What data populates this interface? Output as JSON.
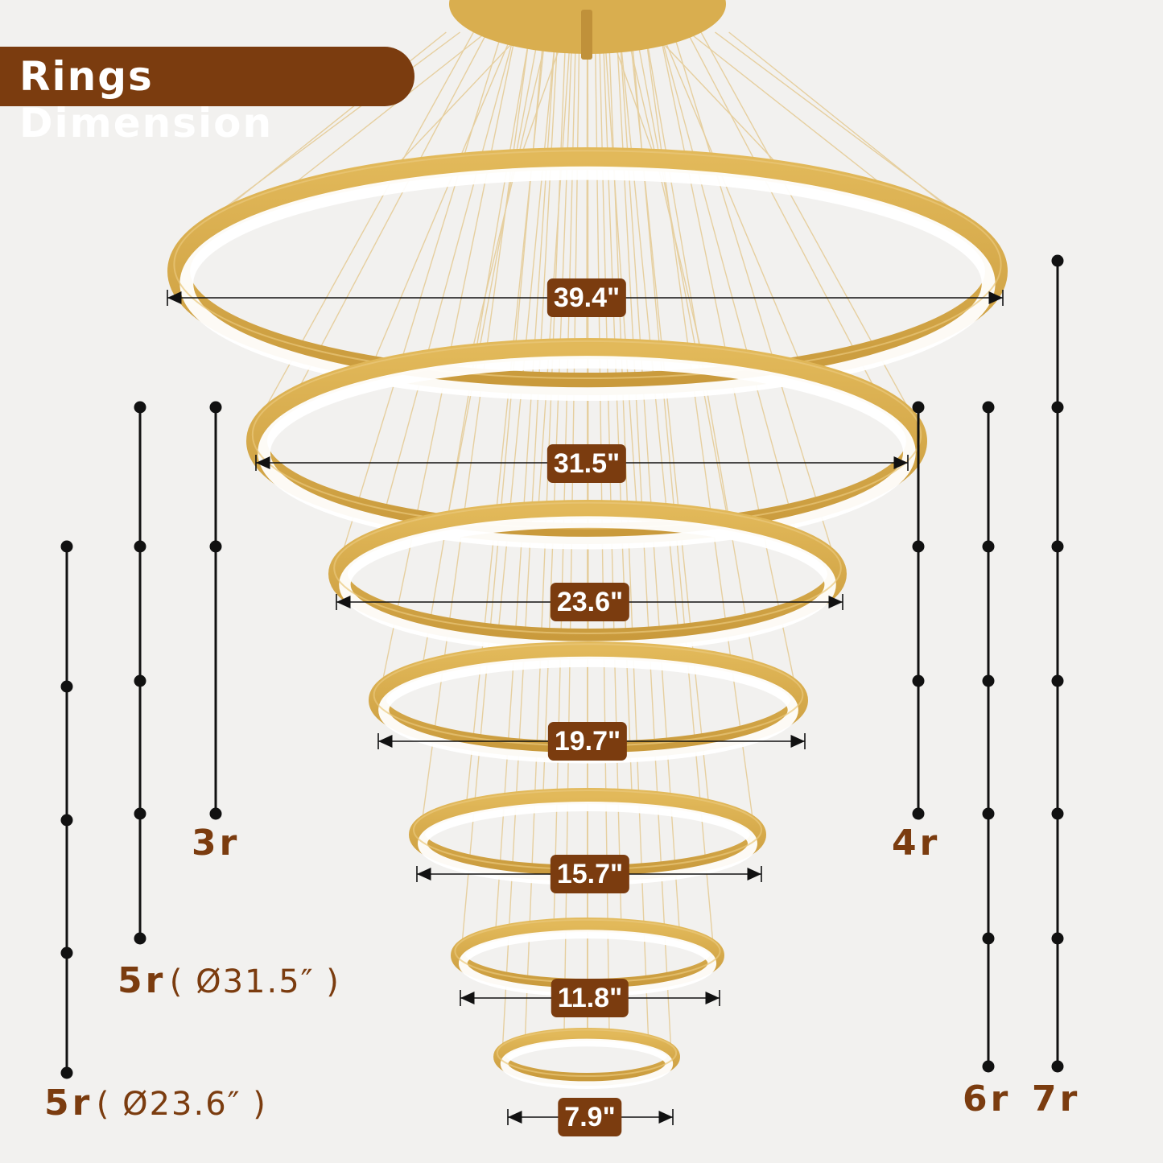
{
  "title": "Rings Dimension",
  "rings": [
    {
      "dimension": "39.4\""
    },
    {
      "dimension": "31.5\""
    },
    {
      "dimension": "23.6\""
    },
    {
      "dimension": "19.7\""
    },
    {
      "dimension": "15.7\""
    },
    {
      "dimension": "11.8\""
    },
    {
      "dimension": "7.9\""
    }
  ],
  "configurations": [
    {
      "count": "3r",
      "note": ""
    },
    {
      "count": "4r",
      "note": ""
    },
    {
      "count": "5r",
      "note": "( Ø31.5″ )"
    },
    {
      "count": "5r",
      "note": "( Ø23.6″ )"
    },
    {
      "count": "6r",
      "note": ""
    },
    {
      "count": "7r",
      "note": ""
    }
  ],
  "colors": {
    "brand": "#7b3c0f",
    "ring_gold": "#d4a84a",
    "ring_glow": "#ffffff",
    "background": "#f2f1ef"
  }
}
